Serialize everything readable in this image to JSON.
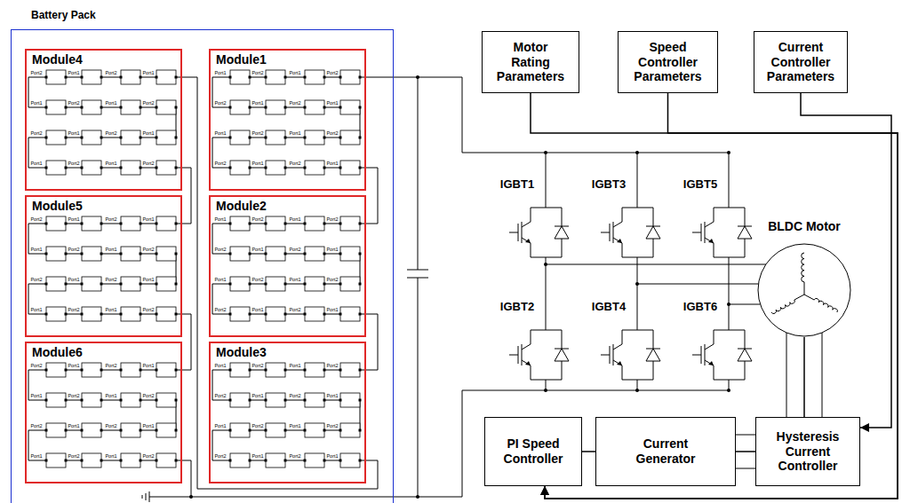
{
  "diagram": {
    "nodes": [
      {
        "text": [
          "Battery Pack"
        ]
      },
      {
        "text": [
          "Module4"
        ],
        "in": 0
      },
      {
        "text": [
          "Module1"
        ],
        "in": 0
      },
      {
        "text": [
          "Module5"
        ],
        "in": 0
      },
      {
        "text": [
          "Module2"
        ],
        "in": 0
      },
      {
        "text": [
          "Module6"
        ],
        "in": 0
      },
      {
        "text": [
          "Module3"
        ],
        "in": 0
      },
      {
        "text": [
          "Motor Rating Parameters"
        ]
      },
      {
        "text": [
          "Speed Controller Parameters"
        ]
      },
      {
        "text": [
          "Current Controller Parameters"
        ]
      },
      {
        "text": [
          "BLDC Motor"
        ]
      },
      {
        "text": [
          "PI Speed Controller"
        ]
      },
      {
        "text": [
          "Current Generator"
        ]
      },
      {
        "text": [
          "Hysteresis Current Controller"
        ]
      }
    ],
    "edges": [
      {
        "from": 7,
        "to": 11,
        "arrow": "to"
      },
      {
        "from": 8,
        "to": 11,
        "arrow": "to"
      },
      {
        "from": 9,
        "to": 13,
        "arrow": "to"
      },
      {
        "from": 11,
        "to": 12,
        "arrow": "none"
      },
      {
        "from": 12,
        "to": 13,
        "arrow": "none"
      },
      {
        "from": 10,
        "to": 13,
        "arrow": "none"
      }
    ],
    "labels": [
      "IGBT1",
      "IGBT3",
      "IGBT5",
      "IGBT2",
      "IGBT4",
      "IGBT6",
      "Port2",
      "Port1",
      "Port2",
      "Port1",
      "Port1",
      "Port2",
      "Port1",
      "Port2",
      "Port2",
      "Port1",
      "Port2",
      "Port1",
      "Port1",
      "Port2",
      "Port1",
      "Port2",
      "Port1",
      "Port2",
      "Port1",
      "Port2",
      "Port2",
      "Port1",
      "Port2",
      "Port1",
      "Port1",
      "Port2",
      "Port1",
      "Port2",
      "Port2",
      "Port1",
      "Port2",
      "Port1",
      "Port2",
      "Port1",
      "Port2",
      "Port1",
      "Port1",
      "Port2",
      "Port1",
      "Port2",
      "Port2",
      "Port1",
      "Port2",
      "Port1",
      "Port1",
      "Port2",
      "Port1",
      "Port2",
      "Port1",
      "Port2",
      "Port1",
      "Port2",
      "Port2",
      "Port1",
      "Port2",
      "Port1",
      "Port1",
      "Port2",
      "Port1",
      "Port2",
      "Port2",
      "Port1",
      "Port2",
      "Port1",
      "Port2",
      "Port1",
      "Port2",
      "Port1",
      "Port1",
      "Port2",
      "Port1",
      "Port2",
      "Port2",
      "Port1",
      "Port2",
      "Port1",
      "Port1",
      "Port2",
      "Port1",
      "Port2",
      "Port1",
      "Port2",
      "Port1",
      "Port2",
      "Port2",
      "Port1",
      "Port2",
      "Port1",
      "Port1",
      "Port2",
      "Port1",
      "Port2",
      "Port2",
      "Port1",
      "Port2",
      "Port1"
    ]
  }
}
